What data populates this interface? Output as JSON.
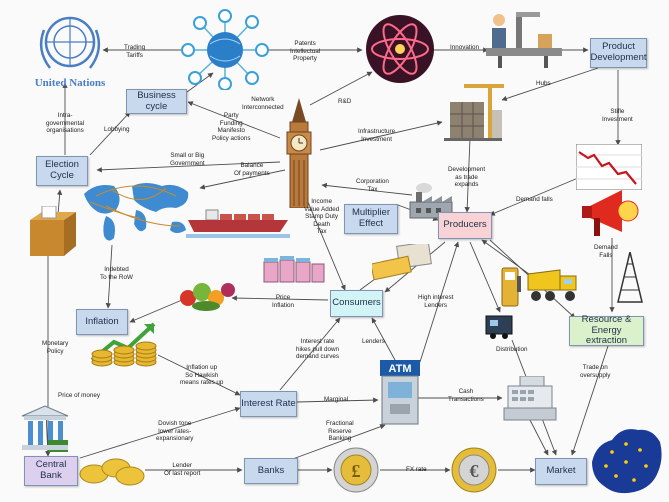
{
  "colors": {
    "box_blue": "#c8d9ee",
    "box_cyan": "#d3f4f7",
    "box_pink": "#f8d2d5",
    "box_green": "#dbf1cc",
    "box_lavender": "#dcd0ee",
    "arrow": "#4d4d4d",
    "un_blue": "#4a7ec4"
  },
  "logo": {
    "text": "United Nations"
  },
  "nodes": {
    "product_development": "Product\nDevelopment",
    "business_cycle": "Business cycle",
    "election_cycle": "Election\nCycle",
    "multiplier_effect": "Multiplier\nEffect",
    "producers": "Producers",
    "consumers": "Consumers",
    "inflation": "Inflation",
    "resource_energy": "Resource &\nEnergy extraction",
    "interest_rate": "Interest Rate",
    "central_bank": "Central\nBank",
    "banks": "Banks",
    "market": "Market",
    "atm": "ATM"
  },
  "labels": {
    "trading_tariffs": "Trading\nTariffs",
    "patents": "Patents\nIntellectual\nProperty",
    "innovation": "Innovation",
    "network_interconnected": "Network\nInterconnected",
    "rd": "R&D",
    "hubs": "Hubs",
    "intra_gov": "Intra-\ngovernmental\norganisations",
    "lobbying": "Lobbying",
    "party_funding": "Party\nFunding\nManifesto\nPolicy actions",
    "infrastructure": "Infrastructure\nInvestment",
    "stifle": "Stifle\nInvestment",
    "small_big_gov": "Small or Big\nGovernment",
    "balance_payments": "Balance\nOf payments",
    "corporation_tax": "Corporation\nTax",
    "development_trade": "Development\nas trade\nexpands",
    "demand_falls_1": "Demand falls",
    "taxes": "Income\nValue Added\nStamp Duty\nDeath\nTax",
    "demand_falls_2": "Demand\nFalls",
    "indebted": "Indebted\nTo the RoW",
    "price_inflation": "Price\nInflation",
    "high_interest": "High interest\nLenders",
    "monetary_policy": "Monetary\nPolicy",
    "hikes": "Interest rate\nhikes pull down\ndemand curves",
    "lenders": "Lenders",
    "distribution": "Distribution",
    "inflation_up": "Inflation up\nSo Hawkish\nmeans rates up",
    "trade_oversupply": "Trade on\noversupply",
    "price_of_money": "Price of money",
    "marginal": "Marginal",
    "cash_transactions": "Cash\nTransactions",
    "dovish": "Dovish tone\nlower rates-\nexpansionary",
    "fractional": "Fractional\nReserve\nBanking",
    "lender_last": "Lender\nOf last report",
    "fx_rate": "FX rate"
  }
}
